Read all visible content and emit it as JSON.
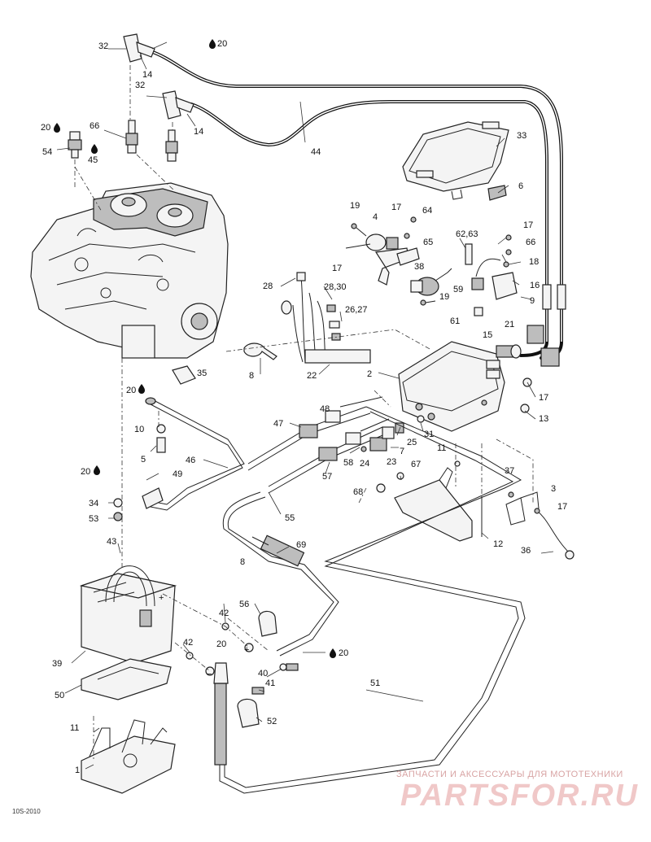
{
  "labels": [
    {
      "id": "l32a",
      "text": "32"
    },
    {
      "id": "l20a",
      "text": "20"
    },
    {
      "id": "l14a",
      "text": "14"
    },
    {
      "id": "l32b",
      "text": "32"
    },
    {
      "id": "l14b",
      "text": "14"
    },
    {
      "id": "l44",
      "text": "44"
    },
    {
      "id": "l20b",
      "text": "20"
    },
    {
      "id": "l66a",
      "text": "66"
    },
    {
      "id": "l54",
      "text": "54"
    },
    {
      "id": "l45",
      "text": "45"
    },
    {
      "id": "l33",
      "text": "33"
    },
    {
      "id": "l6",
      "text": "6"
    },
    {
      "id": "l19a",
      "text": "19"
    },
    {
      "id": "l4",
      "text": "4"
    },
    {
      "id": "l17a",
      "text": "17"
    },
    {
      "id": "l64",
      "text": "64"
    },
    {
      "id": "l65",
      "text": "65"
    },
    {
      "id": "l6263",
      "text": "62,63"
    },
    {
      "id": "l17b",
      "text": "17"
    },
    {
      "id": "l66b",
      "text": "66"
    },
    {
      "id": "l17c",
      "text": "17"
    },
    {
      "id": "l38",
      "text": "38"
    },
    {
      "id": "l18",
      "text": "18"
    },
    {
      "id": "l28",
      "text": "28"
    },
    {
      "id": "l2830",
      "text": "28,30"
    },
    {
      "id": "l59",
      "text": "59"
    },
    {
      "id": "l16",
      "text": "16"
    },
    {
      "id": "l19b",
      "text": "19"
    },
    {
      "id": "l2627",
      "text": "26,27"
    },
    {
      "id": "l9",
      "text": "9"
    },
    {
      "id": "l61",
      "text": "61"
    },
    {
      "id": "l21",
      "text": "21"
    },
    {
      "id": "l15",
      "text": "15"
    },
    {
      "id": "l8a",
      "text": "8"
    },
    {
      "id": "l22",
      "text": "22"
    },
    {
      "id": "l35",
      "text": "35"
    },
    {
      "id": "l2",
      "text": "2"
    },
    {
      "id": "l20c",
      "text": "20"
    },
    {
      "id": "l17d",
      "text": "17"
    },
    {
      "id": "l48",
      "text": "48"
    },
    {
      "id": "l13",
      "text": "13"
    },
    {
      "id": "l47",
      "text": "47"
    },
    {
      "id": "l31",
      "text": "31"
    },
    {
      "id": "l10",
      "text": "10"
    },
    {
      "id": "l25",
      "text": "25"
    },
    {
      "id": "l7",
      "text": "7"
    },
    {
      "id": "l5",
      "text": "5"
    },
    {
      "id": "l11a",
      "text": "11"
    },
    {
      "id": "l58",
      "text": "58"
    },
    {
      "id": "l24",
      "text": "24"
    },
    {
      "id": "l23",
      "text": "23"
    },
    {
      "id": "l46",
      "text": "46"
    },
    {
      "id": "l57",
      "text": "57"
    },
    {
      "id": "l67",
      "text": "67"
    },
    {
      "id": "l20d",
      "text": "20"
    },
    {
      "id": "l49",
      "text": "49"
    },
    {
      "id": "l37",
      "text": "37"
    },
    {
      "id": "l3",
      "text": "3"
    },
    {
      "id": "l68",
      "text": "68"
    },
    {
      "id": "l34",
      "text": "34"
    },
    {
      "id": "l17e",
      "text": "17"
    },
    {
      "id": "l53",
      "text": "53"
    },
    {
      "id": "l55",
      "text": "55"
    },
    {
      "id": "l43",
      "text": "43"
    },
    {
      "id": "l69",
      "text": "69"
    },
    {
      "id": "l12",
      "text": "12"
    },
    {
      "id": "l36",
      "text": "36"
    },
    {
      "id": "l8b",
      "text": "8"
    },
    {
      "id": "l56",
      "text": "56"
    },
    {
      "id": "l42a",
      "text": "42"
    },
    {
      "id": "l42b",
      "text": "42"
    },
    {
      "id": "l20e",
      "text": "20"
    },
    {
      "id": "l20f",
      "text": "20"
    },
    {
      "id": "l39",
      "text": "39"
    },
    {
      "id": "l40",
      "text": "40"
    },
    {
      "id": "l41",
      "text": "41"
    },
    {
      "id": "l50",
      "text": "50"
    },
    {
      "id": "l51",
      "text": "51"
    },
    {
      "id": "l52",
      "text": "52"
    },
    {
      "id": "l11b",
      "text": "11"
    },
    {
      "id": "l1",
      "text": "1"
    }
  ],
  "terminal_plus": "+",
  "terminal_minus": "−",
  "watermark": {
    "tagline": "ЗАПЧАСТИ И АКСЕССУАРЫ ДЛЯ МОТОТЕХНИКИ",
    "brand": "PARTSFOR.RU"
  },
  "figure_code": "10S-2010"
}
